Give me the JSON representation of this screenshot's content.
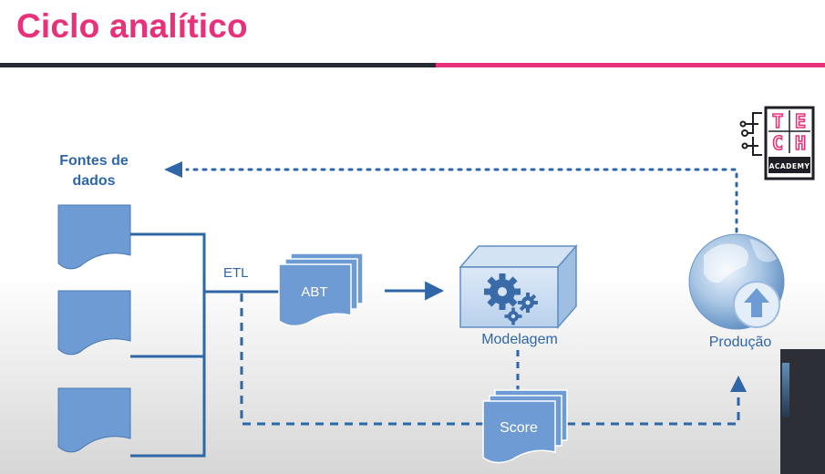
{
  "slide": {
    "title": "Ciclo analítico"
  },
  "colors": {
    "accent": "#e8317a",
    "dark_rule": "#262a33",
    "diagram_blue": "#2e66a8",
    "shape_fill": "#6e9bd4"
  },
  "diagram": {
    "sources_label": "Fontes de\ndados",
    "etl_label": "ETL",
    "abt_label": "ABT",
    "modeling_label": "Modelagem",
    "score_label": "Score",
    "production_label": "Produção"
  },
  "logo": {
    "letters": [
      "T",
      "E",
      "C",
      "H"
    ],
    "caption": "ACADEMY"
  },
  "icons": {
    "model_box": "gears-icon",
    "production": "globe-upload-icon",
    "sources": "document-icon"
  }
}
